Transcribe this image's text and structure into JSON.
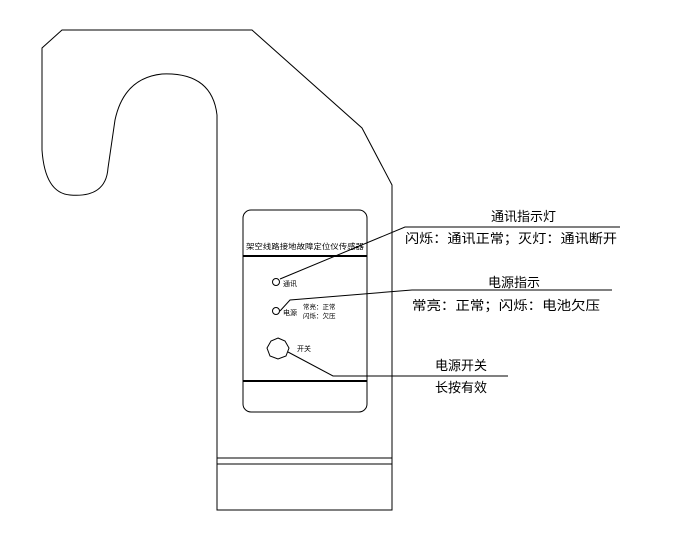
{
  "panel": {
    "title": "架空线路接地故障定位仪传感器",
    "comm_led_label": "通讯",
    "power_led_label": "电源",
    "power_status_line1": "常亮：正常",
    "power_status_line2": "闪烁：欠压",
    "switch_label": "开关"
  },
  "callouts": {
    "comm": {
      "title": "通讯指示灯",
      "desc": "闪烁：通讯正常；灭灯：通讯断开"
    },
    "power": {
      "title": "电源指示",
      "desc": "常亮：正常；闪烁：电池欠压"
    },
    "switch": {
      "title": "电源开关",
      "desc": "长按有效"
    }
  }
}
